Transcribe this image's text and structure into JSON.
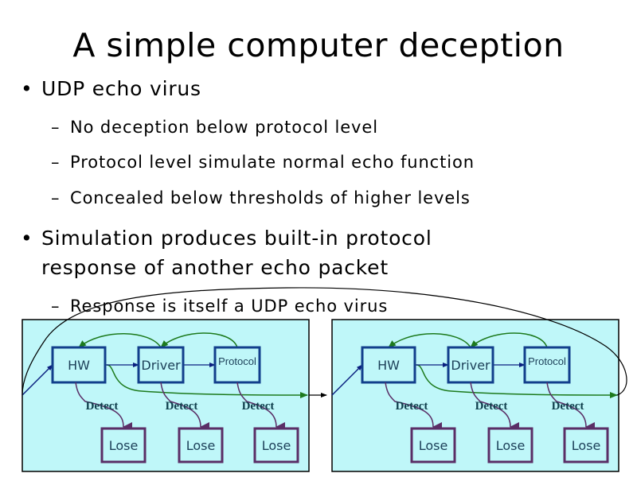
{
  "slide": {
    "title": "A simple computer deception",
    "bullets": [
      {
        "text": "UDP echo virus",
        "subitems": [
          "No deception below protocol level",
          "Protocol level simulate normal echo function",
          "Concealed below thresholds of higher levels"
        ]
      },
      {
        "text_line1": "Simulation produces built-in protocol",
        "text_line2": "response of another echo packet",
        "subitems": [
          "Response is itself a UDP echo virus"
        ]
      }
    ],
    "bullet_glyph": "•",
    "dash_glyph": "–"
  },
  "diagram": {
    "colors": {
      "panel_fill": "#bff7f9",
      "layer_box_border": "#123f8c",
      "lose_box_border": "#5a2e66",
      "flow_arrow": "#0b2080",
      "return_arrow": "#1d7a1d",
      "detect_arrow": "#5a2e66",
      "loop_curve": "#000000"
    },
    "panels": [
      {
        "name": "left",
        "layers": [
          "HW",
          "Driver",
          "Protocol"
        ],
        "detect_labels": [
          "Detect",
          "Detect",
          "Detect"
        ],
        "lose_labels": [
          "Lose",
          "Lose",
          "Lose"
        ]
      },
      {
        "name": "right",
        "layers": [
          "HW",
          "Driver",
          "Protocol"
        ],
        "detect_labels": [
          "Detect",
          "Detect",
          "Detect"
        ],
        "lose_labels": [
          "Lose",
          "Lose",
          "Lose"
        ]
      }
    ]
  }
}
